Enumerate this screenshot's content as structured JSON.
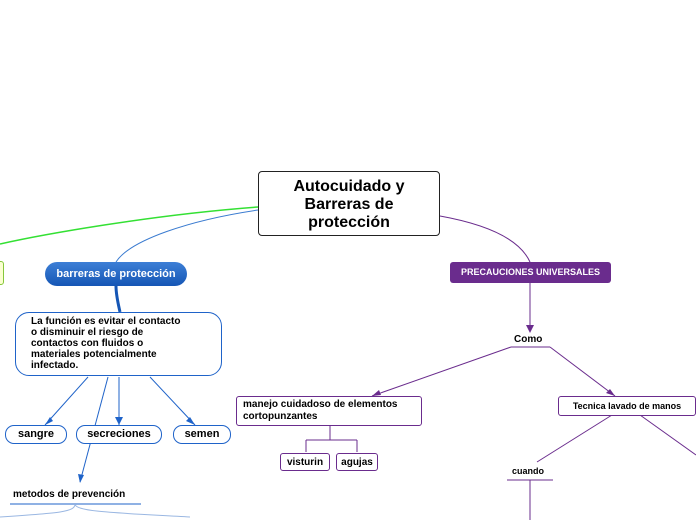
{
  "root": {
    "lines": [
      "Autocuidado y",
      "Barreras de",
      "protección"
    ]
  },
  "left_branch": {
    "title": "barreras de protección",
    "description": [
      "La función es evitar el contacto",
      "o disminuir el riesgo de",
      "contactos con fluidos o",
      "materiales potencialmente",
      "infectado."
    ],
    "fluids": [
      "sangre",
      "secreciones",
      "semen"
    ],
    "methods_label": "metodos de prevención"
  },
  "right_branch": {
    "title": "PRECAUCIONES UNIVERSALES",
    "connector": "Como",
    "handling": {
      "lines": [
        "manejo cuidadoso de elementos",
        "cortopunzantes"
      ],
      "items": [
        "visturin",
        "agujas"
      ]
    },
    "handwash": {
      "title": "Tecnica lavado de manos",
      "when": "cuando"
    }
  },
  "colors": {
    "blue": "#1f63c9",
    "purple": "#6a2c8d",
    "green": "#33e033"
  }
}
